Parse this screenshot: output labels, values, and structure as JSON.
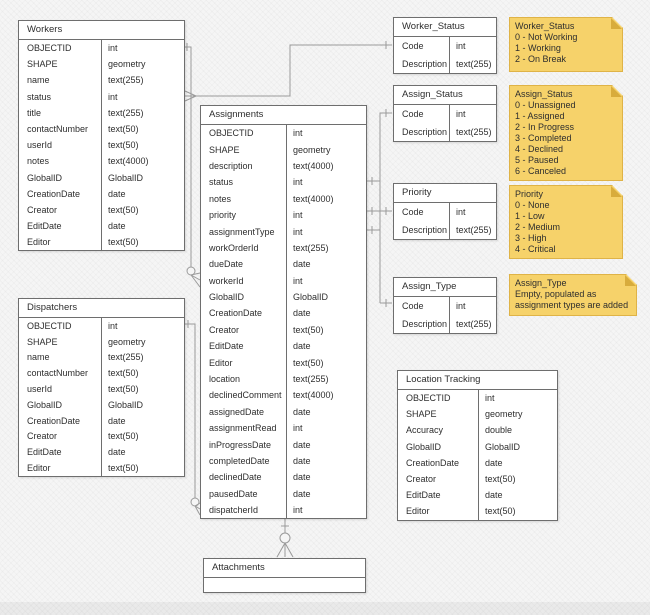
{
  "entities": {
    "workers": {
      "title": "Workers",
      "rows": [
        [
          "OBJECTID",
          "int"
        ],
        [
          "SHAPE",
          "geometry"
        ],
        [
          "name",
          "text(255)"
        ],
        [
          "status",
          "int"
        ],
        [
          "title",
          "text(255)"
        ],
        [
          "contactNumber",
          "text(50)"
        ],
        [
          "userId",
          "text(50)"
        ],
        [
          "notes",
          "text(4000)"
        ],
        [
          "GlobalID",
          "GlobalID"
        ],
        [
          "CreationDate",
          "date"
        ],
        [
          "Creator",
          "text(50)"
        ],
        [
          "EditDate",
          "date"
        ],
        [
          "Editor",
          "text(50)"
        ]
      ]
    },
    "dispatchers": {
      "title": "Dispatchers",
      "rows": [
        [
          "OBJECTID",
          "int"
        ],
        [
          "SHAPE",
          "geometry"
        ],
        [
          "name",
          "text(255)"
        ],
        [
          "contactNumber",
          "text(50)"
        ],
        [
          "userId",
          "text(50)"
        ],
        [
          "GlobalID",
          "GlobalID"
        ],
        [
          "CreationDate",
          "date"
        ],
        [
          "Creator",
          "text(50)"
        ],
        [
          "EditDate",
          "date"
        ],
        [
          "Editor",
          "text(50)"
        ]
      ]
    },
    "assignments": {
      "title": "Assignments",
      "rows": [
        [
          "OBJECTID",
          "int"
        ],
        [
          "SHAPE",
          "geometry"
        ],
        [
          "description",
          "text(4000)"
        ],
        [
          "status",
          "int"
        ],
        [
          "notes",
          "text(4000)"
        ],
        [
          "priority",
          "int"
        ],
        [
          "assignmentType",
          "int"
        ],
        [
          "workOrderId",
          "text(255)"
        ],
        [
          "dueDate",
          "date"
        ],
        [
          "workerId",
          "int"
        ],
        [
          "GlobalID",
          "GlobalID"
        ],
        [
          "CreationDate",
          "date"
        ],
        [
          "Creator",
          "text(50)"
        ],
        [
          "EditDate",
          "date"
        ],
        [
          "Editor",
          "text(50)"
        ],
        [
          "location",
          "text(255)"
        ],
        [
          "declinedComment",
          "text(4000)"
        ],
        [
          "assignedDate",
          "date"
        ],
        [
          "assignmentRead",
          "int"
        ],
        [
          "inProgressDate",
          "date"
        ],
        [
          "completedDate",
          "date"
        ],
        [
          "declinedDate",
          "date"
        ],
        [
          "pausedDate",
          "date"
        ],
        [
          "dispatcherId",
          "int"
        ]
      ]
    },
    "worker_status": {
      "title": "Worker_Status",
      "rows": [
        [
          "Code",
          "int"
        ],
        [
          "Description",
          "text(255)"
        ]
      ]
    },
    "assign_status": {
      "title": "Assign_Status",
      "rows": [
        [
          "Code",
          "int"
        ],
        [
          "Description",
          "text(255)"
        ]
      ]
    },
    "priority": {
      "title": "Priority",
      "rows": [
        [
          "Code",
          "int"
        ],
        [
          "Description",
          "text(255)"
        ]
      ]
    },
    "assign_type": {
      "title": "Assign_Type",
      "rows": [
        [
          "Code",
          "int"
        ],
        [
          "Description",
          "text(255)"
        ]
      ]
    },
    "location_tracking": {
      "title": "Location Tracking",
      "rows": [
        [
          "OBJECTID",
          "int"
        ],
        [
          "SHAPE",
          "geometry"
        ],
        [
          "Accuracy",
          "double"
        ],
        [
          "GlobalID",
          "GlobalID"
        ],
        [
          "CreationDate",
          "date"
        ],
        [
          "Creator",
          "text(50)"
        ],
        [
          "EditDate",
          "date"
        ],
        [
          "Editor",
          "text(50)"
        ]
      ]
    },
    "attachments": {
      "title": "Attachments",
      "rows": []
    }
  },
  "notes": {
    "worker_status": {
      "title": "Worker_Status",
      "lines": [
        "0 - Not Working",
        "1 - Working",
        "2 - On Break"
      ]
    },
    "assign_status": {
      "title": "Assign_Status",
      "lines": [
        "0 - Unassigned",
        "1 - Assigned",
        "2 - In Progress",
        "3 - Completed",
        "4 - Declined",
        "5 - Paused",
        "6 - Canceled"
      ]
    },
    "priority": {
      "title": "Priority",
      "lines": [
        "0 - None",
        "1 - Low",
        "2 - Medium",
        "3 - High",
        "4 - Critical"
      ]
    },
    "assign_type": {
      "title": "Assign_Type",
      "lines": [
        "Empty, populated as",
        "assignment types are added"
      ]
    }
  },
  "relationships": [
    {
      "from": "Workers.status",
      "to": "Worker_Status.Code",
      "from_end": "many",
      "to_end": "one"
    },
    {
      "from": "Workers.OBJECTID",
      "to": "Assignments.workerId",
      "from_end": "one",
      "to_end": "zero-or-many"
    },
    {
      "from": "Dispatchers.OBJECTID",
      "to": "Assignments.dispatcherId",
      "from_end": "one",
      "to_end": "zero-or-many"
    },
    {
      "from": "Assignments.status",
      "to": "Assign_Status.Code",
      "from_end": "many",
      "to_end": "one"
    },
    {
      "from": "Assignments.priority",
      "to": "Priority.Code",
      "from_end": "many",
      "to_end": "one"
    },
    {
      "from": "Assignments.assignmentType",
      "to": "Assign_Type.Code",
      "from_end": "many",
      "to_end": "one"
    },
    {
      "from": "Assignments.OBJECTID",
      "to": "Attachments",
      "from_end": "one",
      "to_end": "zero-or-many"
    }
  ],
  "colors": {
    "background": "#f5f5f5",
    "table_border": "#6e6e6e",
    "connector": "#9a9a9a",
    "note_fill": "#f6d26a",
    "note_border": "#dfb347",
    "note_fold": "#d8ac3c"
  }
}
